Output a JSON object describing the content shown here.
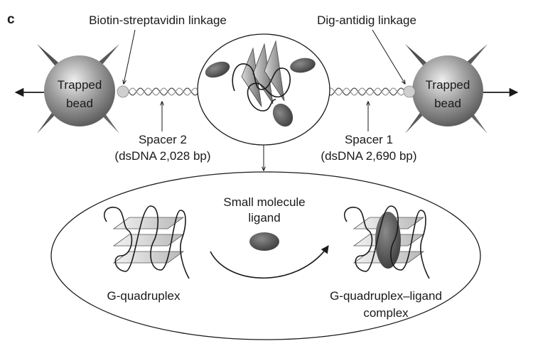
{
  "panel_letter": "c",
  "labels": {
    "biotin": "Biotin-streptavidin linkage",
    "dig": "Dig-antidig linkage",
    "bead_left_1": "Trapped",
    "bead_left_2": "bead",
    "bead_right_1": "Trapped",
    "bead_right_2": "bead",
    "spacer2_1": "Spacer 2",
    "spacer2_2": "(dsDNA 2,028 bp)",
    "spacer1_1": "Spacer 1",
    "spacer1_2": "(dsDNA 2,690 bp)",
    "small_molecule_1": "Small molecule",
    "small_molecule_2": "ligand",
    "gq": "G-quadruplex",
    "gq_complex_1": "G-quadruplex–ligand",
    "gq_complex_2": "complex"
  }
}
